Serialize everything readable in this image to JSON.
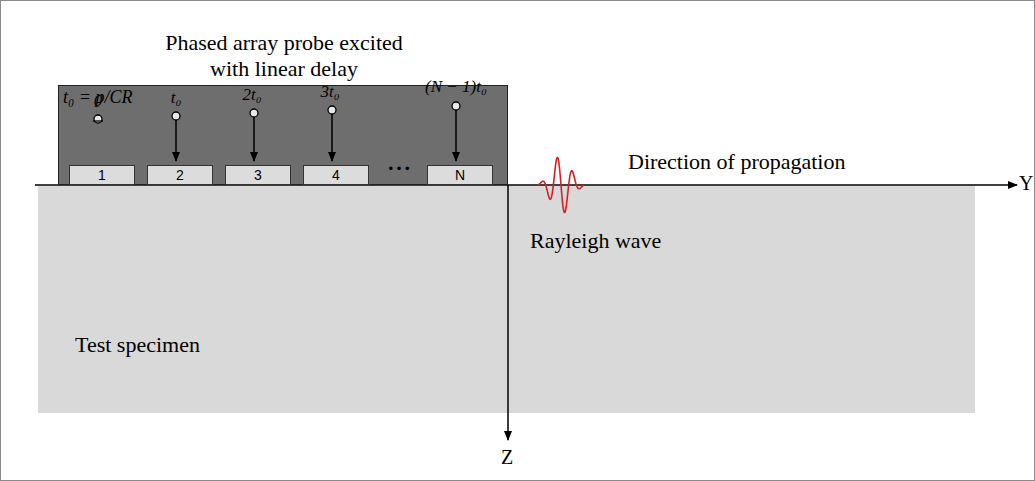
{
  "diagram": {
    "nodes": [
      {
        "text": [
          "Phased array probe excited with linear delay",
          "t₀ = p/CR"
        ]
      },
      {
        "text": [
          "1"
        ],
        "in": 0
      },
      {
        "text": [
          "2"
        ],
        "in": 0
      },
      {
        "text": [
          "3"
        ],
        "in": 0
      },
      {
        "text": [
          "4"
        ],
        "in": 0
      },
      {
        "text": [
          "N"
        ],
        "in": 0
      },
      {
        "text": [
          "Test specimen"
        ]
      }
    ],
    "labels": [
      "0",
      "t₀",
      "2t₀",
      "3t₀",
      "(N − 1)t₀",
      "• • •",
      "Direction of propagation",
      "Y",
      "Rayleigh wave",
      "Z"
    ]
  }
}
